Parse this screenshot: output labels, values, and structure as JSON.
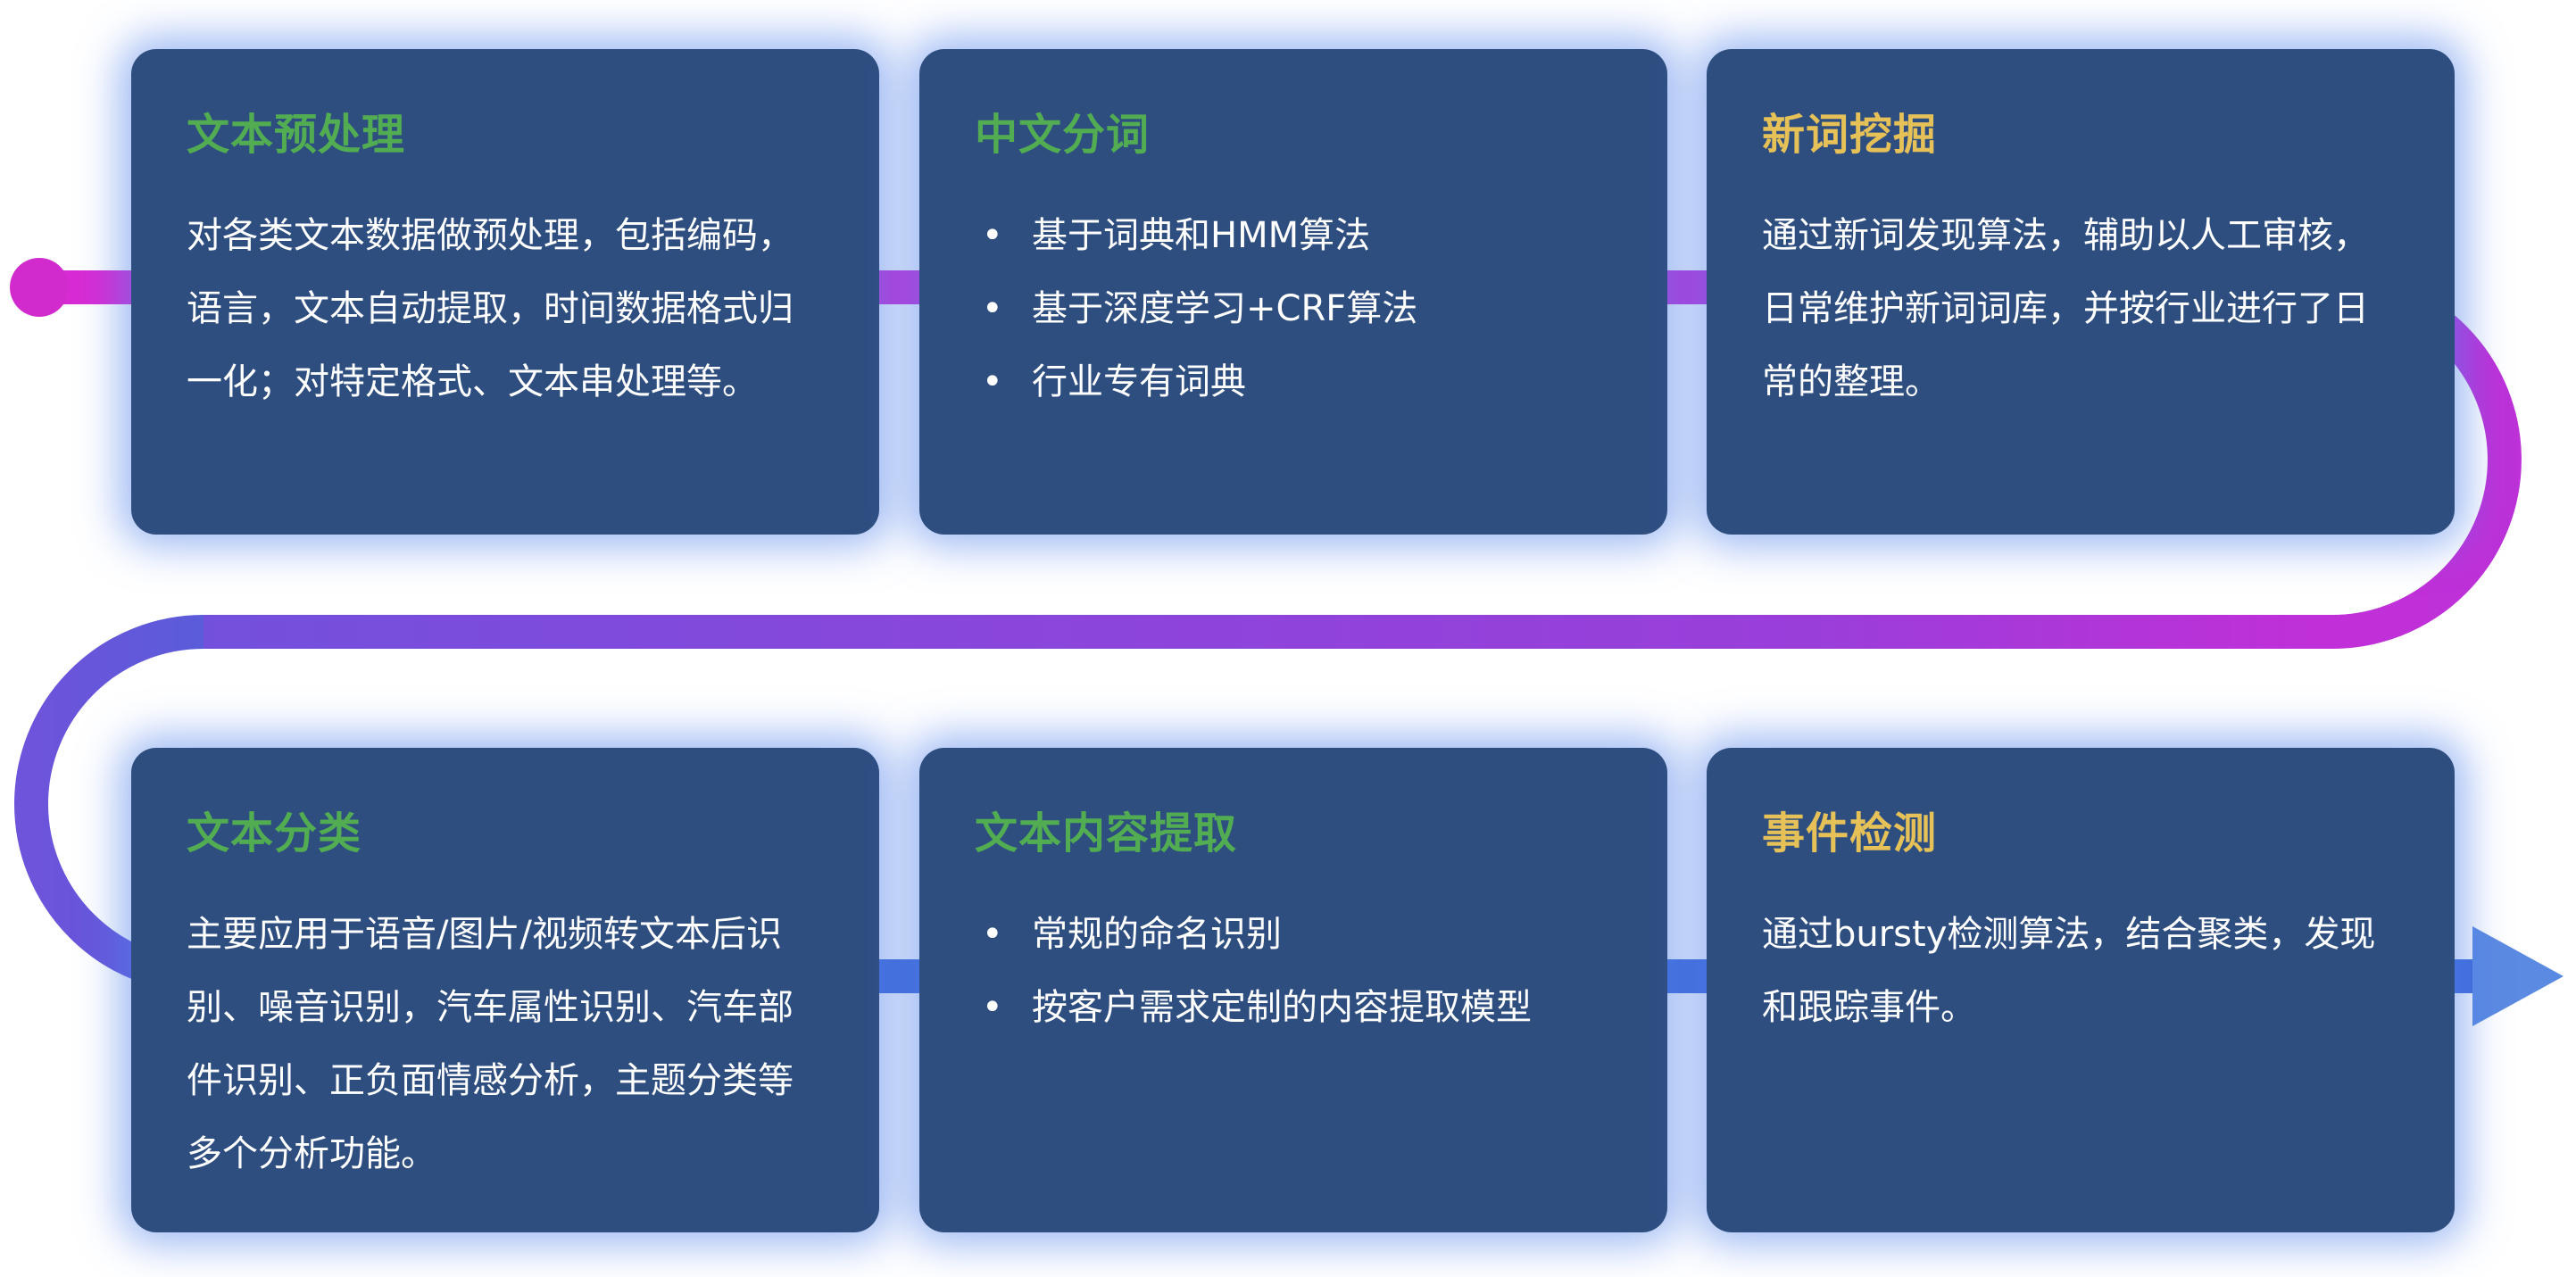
{
  "diagram": {
    "background_color": "#ffffff",
    "card_color": "#2f4e80",
    "glow_color": "#5082eb",
    "text_color": "#ffffff",
    "title_green": "#52ad52",
    "title_yellow": "#e5c158"
  },
  "flow": {
    "start_dot_color": "#d12bce",
    "magenta": "#d32bd2",
    "purple": "#8a46db",
    "blue": "#3e69d7",
    "arrow_color": "#5b8ae2",
    "direction": "left-to-right, snaking down to second row, ending in arrow"
  },
  "cards": [
    {
      "title": "文本预处理",
      "title_color": "#52ad52",
      "type": "paragraph",
      "text": "对各类文本数据做预处理，包括编码，语言，文本自动提取，时间数据格式归一化；对特定格式、文本串处理等。"
    },
    {
      "title": "中文分词",
      "title_color": "#52ad52",
      "type": "bullets",
      "bullets": [
        "基于词典和HMM算法",
        "基于深度学习+CRF算法",
        "行业专有词典"
      ]
    },
    {
      "title": "新词挖掘",
      "title_color": "#e5c158",
      "type": "paragraph",
      "text": "通过新词发现算法，辅助以人工审核，日常维护新词词库，并按行业进行了日常的整理。"
    },
    {
      "title": "文本分类",
      "title_color": "#52ad52",
      "type": "paragraph",
      "text": "主要应用于语音/图片/视频转文本后识别、噪音识别，汽车属性识别、汽车部件识别、正负面情感分析，主题分类等多个分析功能。"
    },
    {
      "title": "文本内容提取",
      "title_color": "#52ad52",
      "type": "bullets",
      "bullets": [
        "常规的命名识别",
        "按客户需求定制的内容提取模型"
      ]
    },
    {
      "title": "事件检测",
      "title_color": "#e5c158",
      "type": "paragraph",
      "text": "通过bursty检测算法，结合聚类，发现和跟踪事件。"
    }
  ]
}
